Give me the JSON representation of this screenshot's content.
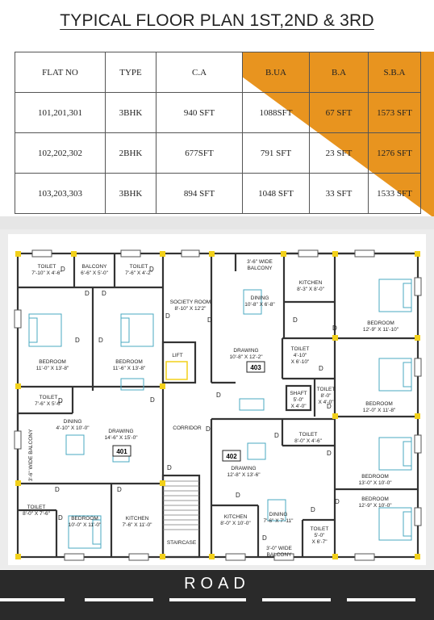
{
  "title": "TYPICAL FLOOR PLAN 1ST,2ND & 3RD",
  "colors": {
    "accent": "#e8941f",
    "wall": "#333333",
    "fixture": "#4aa8c0",
    "marker": "#f2d01a"
  },
  "table": {
    "headers": [
      "FLAT NO",
      "TYPE",
      "C.A",
      "B.UA",
      "B.A",
      "S.B.A"
    ],
    "rows": [
      [
        "101,201,301",
        "3BHK",
        "940 SFT",
        "1088SFT",
        "67 SFT",
        "1573 SFT"
      ],
      [
        "102,202,302",
        "2BHK",
        "677SFT",
        "791 SFT",
        "23 SFT",
        "1276 SFT"
      ],
      [
        "103,203,303",
        "3BHK",
        "894 SFT",
        "1048 SFT",
        "33 SFT",
        "1533 SFT"
      ]
    ]
  },
  "plan": {
    "toilet_tl": {
      "name": "TOILET",
      "dim": "7'-10\" X 4'-6\""
    },
    "balcony_top": {
      "name": "BALCONY",
      "dim": "6'-6\" X 5'-0\""
    },
    "toilet_tm": {
      "name": "TOILET",
      "dim": "7'-6\" X 4'-2\""
    },
    "society": {
      "name": "SOCIETY ROOM",
      "dim": "8'-10\" X 12'2\""
    },
    "wide_balcony_top": {
      "name": "3'-6\" WIDE",
      "dim": "BALCONY"
    },
    "kitchen_tr": {
      "name": "KITCHEN",
      "dim": "8'-3\" X 8'-0\""
    },
    "dining_403": {
      "name": "DINING",
      "dim": "10'-8\" X 6'-8\""
    },
    "bedroom_r1": {
      "name": "BEDROOM",
      "dim": "12'-9\" X 11'-10\""
    },
    "bedroom_l1": {
      "name": "BEDROOM",
      "dim": "11'-0\" X 13'-8\""
    },
    "bedroom_l2": {
      "name": "BEDROOM",
      "dim": "11'-6\" X 13'-8\""
    },
    "lift": "LIFT",
    "drawing_403": {
      "name": "DRAWING",
      "dim": "10'-8\" X 12'-2\""
    },
    "flat_403": "403",
    "toilet_c1": {
      "name": "TOILET",
      "dim": "4'-10\"",
      "dim2": "X 6'-10\""
    },
    "toilet_l2": {
      "name": "TOILET",
      "dim": "7'-6\" X 5'-6\""
    },
    "shaft": {
      "name": "SHAFT",
      "dim": "5'-0\"",
      "dim2": "X 4'-0\""
    },
    "toilet_c2": {
      "name": "TOILET",
      "dim": "8'-0\"",
      "dim2": "X 4'-0\""
    },
    "bedroom_r2": {
      "name": "BEDROOM",
      "dim": "12'-0\" X 11'-8\""
    },
    "dining_401": {
      "name": "DINING",
      "dim": "4'-10\" X 10'-0\""
    },
    "drawing_401": {
      "name": "DRAWING",
      "dim": "14'-6\" X 15'-0\""
    },
    "flat_401": "401",
    "corridor": "CORRIDOR",
    "toilet_402": {
      "name": "TOILET",
      "dim": "8'-0\" X 4'-6\""
    },
    "wide_balcony_left": "3'-6\" WIDE BALCONY",
    "flat_402": "402",
    "drawing_402": {
      "name": "DRAWING",
      "dim": "12'-8\" X 13'-6\""
    },
    "bedroom_r3": {
      "name": "BEDROOM",
      "dim": "13'-0\" X 10'-0\""
    },
    "toilet_bl": {
      "name": "TOILET",
      "dim": "8'-0\" X 7'-6\""
    },
    "bedroom_bl": {
      "name": "BEDROOM",
      "dim": "10'-0\" X 11'-0\""
    },
    "kitchen_bl": {
      "name": "KITCHEN",
      "dim": "7'-6\" X 11'-0\""
    },
    "kitchen_402": {
      "name": "KITCHEN",
      "dim": "8'-0\" X 10'-0\""
    },
    "dining_402": {
      "name": "DINING",
      "dim": "7'-6\" X 7'-11\""
    },
    "bedroom_r4": {
      "name": "BEDROOM",
      "dim": "12'-9\" X 10'-0\""
    },
    "toilet_br": {
      "name": "TOILET",
      "dim": "5'-0\"",
      "dim2": "X 6'-7\""
    },
    "staircase": "STAIRCASE",
    "wide_balcony_bottom": {
      "name": "3'-0\" WIDE",
      "dim": "BALCONY"
    },
    "door_label": "D"
  },
  "road": "ROAD"
}
